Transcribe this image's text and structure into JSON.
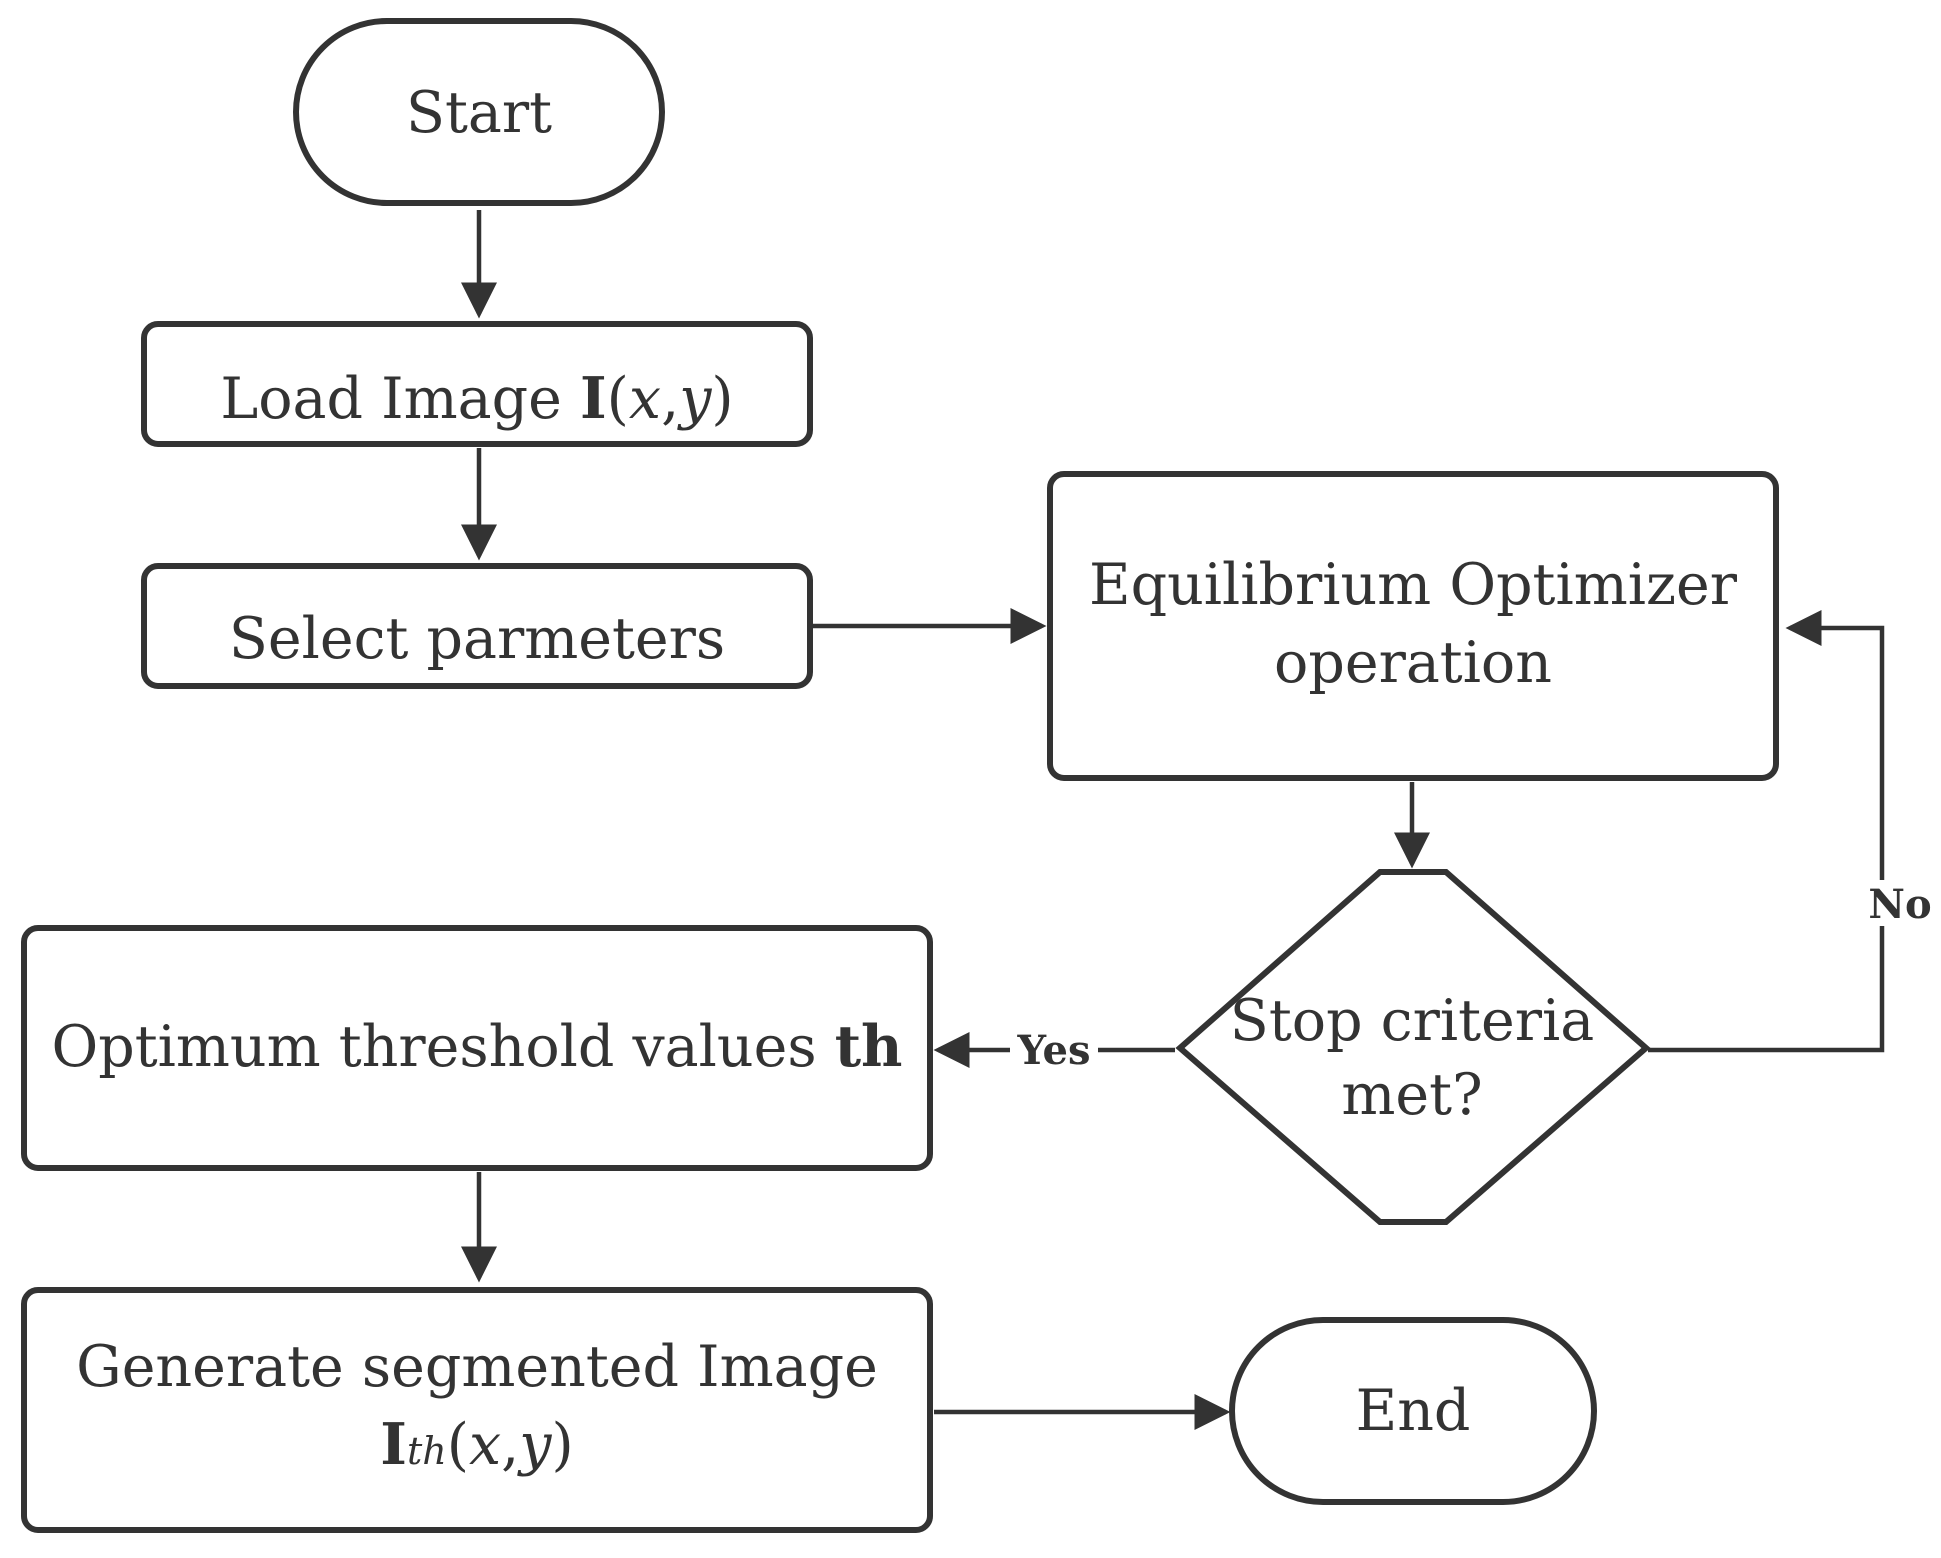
{
  "colors": {
    "stroke": "#333333",
    "fill": "#ffffff",
    "text": "#333333"
  },
  "nodes": {
    "start": {
      "label": "Start"
    },
    "load": {
      "prefix": "Load Image ",
      "symbol": "I",
      "paren_open": "(",
      "var_x": "x",
      "comma": ",",
      "var_y": "y",
      "paren_close": ")"
    },
    "select": {
      "label": "Select parmeters"
    },
    "eo": {
      "line1": "Equilibrium Optimizer",
      "line2": "operation"
    },
    "stop": {
      "line1": "Stop criteria",
      "line2": "met?"
    },
    "optimum": {
      "prefix": "Optimum threshold values ",
      "symbol": "th"
    },
    "generate": {
      "line1": "Generate segmented Image",
      "symbol": "I",
      "subscript": "th",
      "paren_open": "(",
      "var_x": "x",
      "comma": ",",
      "var_y": "y",
      "paren_close": ")"
    },
    "end": {
      "label": "End"
    }
  },
  "edges": {
    "yes_label": "Yes",
    "no_label": "No"
  }
}
